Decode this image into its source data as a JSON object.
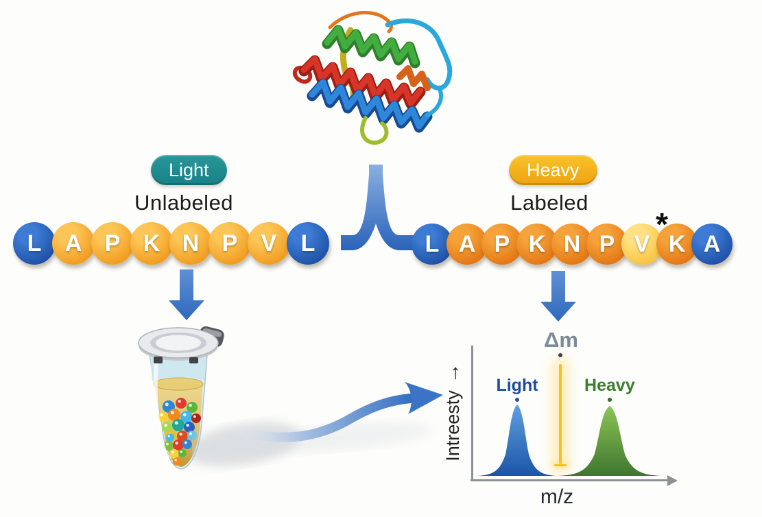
{
  "scene": {
    "background": "#fdfdfb"
  },
  "groups": {
    "light": {
      "badge": "Light",
      "badge_color": "#1e8f91",
      "heading": "Unlabeled"
    },
    "heavy": {
      "badge": "Heavy",
      "badge_color": "#f5b622",
      "heading": "Labeled"
    }
  },
  "sequences": {
    "light": {
      "residues": [
        {
          "letter": "L",
          "color": "blue"
        },
        {
          "letter": "A",
          "color": "orange_light"
        },
        {
          "letter": "P",
          "color": "orange_light"
        },
        {
          "letter": "K",
          "color": "orange_light"
        },
        {
          "letter": "N",
          "color": "orange_light"
        },
        {
          "letter": "P",
          "color": "orange_light"
        },
        {
          "letter": "V",
          "color": "orange_light"
        },
        {
          "letter": "L",
          "color": "blue"
        }
      ]
    },
    "heavy": {
      "residues": [
        {
          "letter": "L",
          "color": "blue"
        },
        {
          "letter": "A",
          "color": "orange_dark"
        },
        {
          "letter": "P",
          "color": "orange_dark"
        },
        {
          "letter": "K",
          "color": "orange_dark"
        },
        {
          "letter": "N",
          "color": "orange_dark"
        },
        {
          "letter": "P",
          "color": "orange_dark"
        },
        {
          "letter": "V",
          "color": "yellow_light",
          "mark": "*"
        },
        {
          "letter": "K",
          "color": "orange_dark"
        },
        {
          "letter": "A",
          "color": "blue"
        }
      ]
    }
  },
  "residue_palette": {
    "blue": {
      "top": "#3d7bd4",
      "bottom": "#1c4fa4"
    },
    "orange_light": {
      "top": "#fcc657",
      "bottom": "#f0991c"
    },
    "orange_dark": {
      "top": "#f5a23a",
      "bottom": "#e27412"
    },
    "yellow_light": {
      "top": "#ffe184",
      "bottom": "#f6c23c"
    }
  },
  "tube": {
    "bead_colors": [
      "#2e86d6",
      "#e23b2e",
      "#5cb53c",
      "#f7d23d",
      "#f08a1e",
      "#45b7e8",
      "#b02318",
      "#a8d84c",
      "#1fa898",
      "#2e5fc0",
      "#e8c12f",
      "#d94e1f",
      "#69c3e8",
      "#7fbf3f",
      "#e23b2e",
      "#2e86d6",
      "#f7d23d",
      "#5cb53c",
      "#f08a1e",
      "#45b7e8"
    ],
    "liquid_top": "#eed98f",
    "liquid_bottom": "#c1942b",
    "glass": "#e2f0f4",
    "cap": "#e8eaec"
  },
  "arrow_color": "#3b74c6",
  "chart_data": {
    "type": "area",
    "xlabel": "m/z",
    "ylabel": "Intreesty",
    "ylabel_arrow": "→",
    "annotation": "Δm",
    "axis_color": "#8d9196",
    "grid": false,
    "legend": "inline-labels-above-peaks",
    "series": [
      {
        "name": "Light",
        "label_color": "#1d4c9e",
        "dot_color": "#27509a",
        "fill_top": "#5fa0df",
        "fill_bottom": "#1c55a8",
        "center": 0.23,
        "height": 1.0,
        "width": 1.0
      },
      {
        "name": "Heavy",
        "label_color": "#3c7d2e",
        "dot_color": "#356b28",
        "fill_top": "#8cc455",
        "fill_bottom": "#3e7630",
        "center": 0.7,
        "height": 0.98,
        "width": 1.32
      }
    ],
    "delta_line": {
      "x": 0.45,
      "color": "#f2bf2d",
      "dot_color": "#3a4148"
    }
  }
}
